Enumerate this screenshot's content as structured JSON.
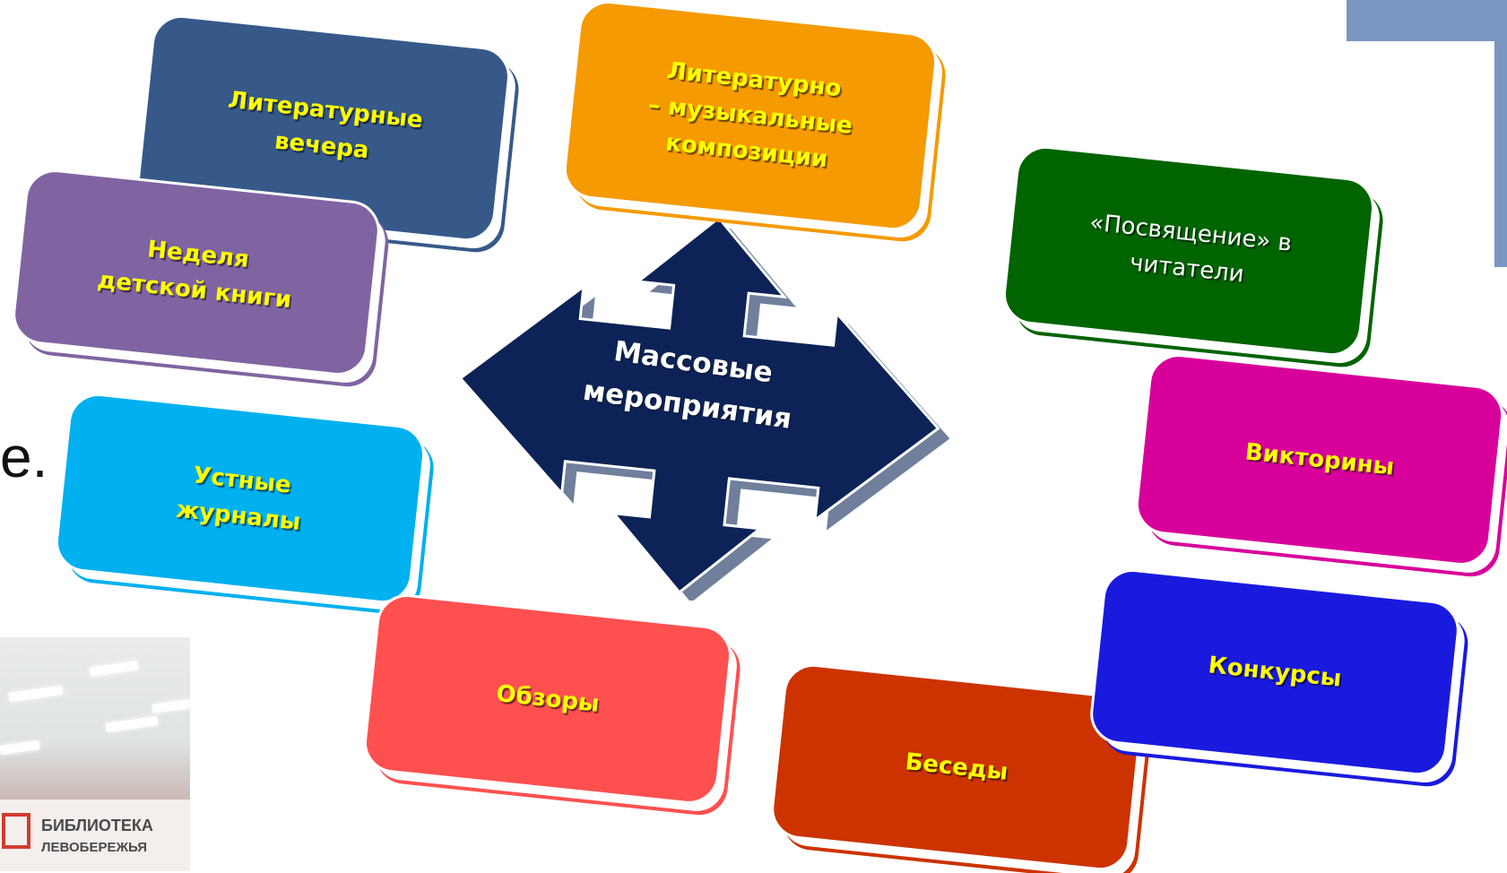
{
  "center": {
    "line1": "Массовые",
    "line2": "мероприятия",
    "color": "#0d2357"
  },
  "boxes": {
    "literary_evenings": {
      "line1": "Литературные",
      "line2": "вечера",
      "color": "#36598a"
    },
    "literary_music": {
      "line1": "Литературно",
      "line2": "– музыкальные",
      "line3": "композиции",
      "color": "#f59a00"
    },
    "initiation": {
      "line1": "«Посвящение» в",
      "line2": "читатели",
      "color": "#006400"
    },
    "childrens_book_week": {
      "line1": "Неделя",
      "line2": "детской книги",
      "color": "#8064a2"
    },
    "quizzes": {
      "line1": "Викторины",
      "color": "#d8009a"
    },
    "oral_journals": {
      "line1": "Устные",
      "line2": "журналы",
      "color": "#00b0ef"
    },
    "reviews": {
      "line1": "Обзоры",
      "color": "#ff5050"
    },
    "talks": {
      "line1": "Беседы",
      "color": "#cc3300"
    },
    "contests": {
      "line1": "Конкурсы",
      "color": "#1a1adf"
    }
  },
  "stray_text": "е.",
  "photo": {
    "sign_line1": "БИБЛИОТЕКА",
    "sign_line2": "ЛЕВОБЕРЕЖЬЯ"
  }
}
